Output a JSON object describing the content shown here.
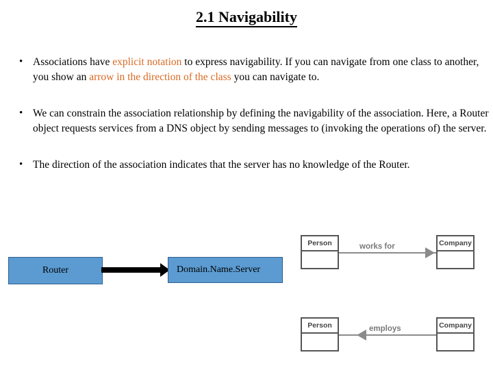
{
  "slide": {
    "title": "2.1 Navigability",
    "bullet_marker": "•",
    "bullets": [
      {
        "parts": [
          {
            "text": "Associations have ",
            "highlight": false
          },
          {
            "text": "explicit notation",
            "highlight": true
          },
          {
            "text": " to express navigability. If you can navigate from one class to another, you show an ",
            "highlight": false
          },
          {
            "text": "arrow in the direction of the class",
            "highlight": true
          },
          {
            "text": " you can navigate to.",
            "highlight": false
          }
        ]
      },
      {
        "parts": [
          {
            "text": "We can constrain the association relationship by defining the navigability of the association. Here, a Router object requests services from a DNS object by sending messages to (invoking the operations of) the server.",
            "highlight": false
          }
        ]
      },
      {
        "parts": [
          {
            "text": "The direction of the association indicates that the server has no knowledge of the Router.",
            "highlight": false
          }
        ]
      }
    ]
  },
  "diagram": {
    "router_label": "Router",
    "dns_label": "Domain.Name.Server",
    "box_color": "#5b9bd1",
    "arrow_color": "#000000"
  },
  "uml_examples": [
    {
      "left_class": "Person",
      "right_class": "Company",
      "association_label": "works for",
      "arrow_direction": "right"
    },
    {
      "left_class": "Person",
      "right_class": "Company",
      "association_label": "employs",
      "arrow_direction": "left"
    }
  ],
  "colors": {
    "highlight_text": "#d86a24",
    "uml_stroke": "#8b8b8b"
  }
}
